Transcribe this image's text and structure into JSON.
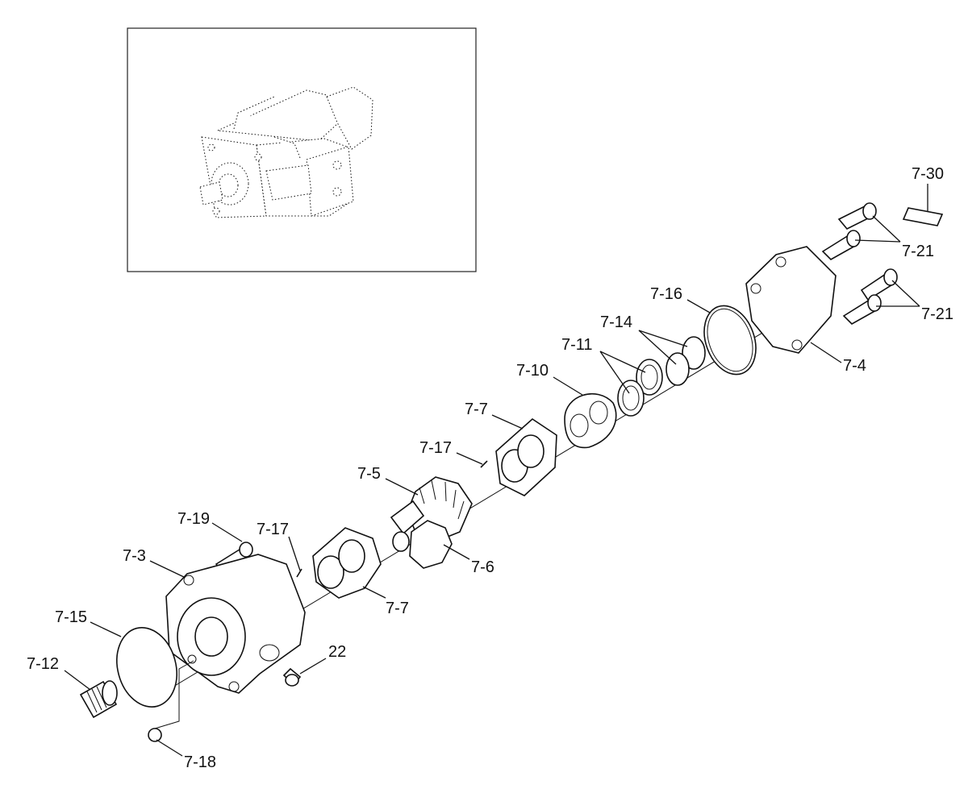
{
  "labels": {
    "p7_30": "7-30",
    "p7_21a": "7-21",
    "p7_21b": "7-21",
    "p7_16": "7-16",
    "p7_14": "7-14",
    "p7_4": "7-4",
    "p7_11": "7-11",
    "p7_10": "7-10",
    "p7_7a": "7-7",
    "p7_17a": "7-17",
    "p7_5": "7-5",
    "p7_19": "7-19",
    "p7_17b": "7-17",
    "p7_3": "7-3",
    "p7_6": "7-6",
    "p7_7b": "7-7",
    "p7_15": "7-15",
    "p22": "22",
    "p7_12": "7-12",
    "p7_18": "7-18"
  }
}
